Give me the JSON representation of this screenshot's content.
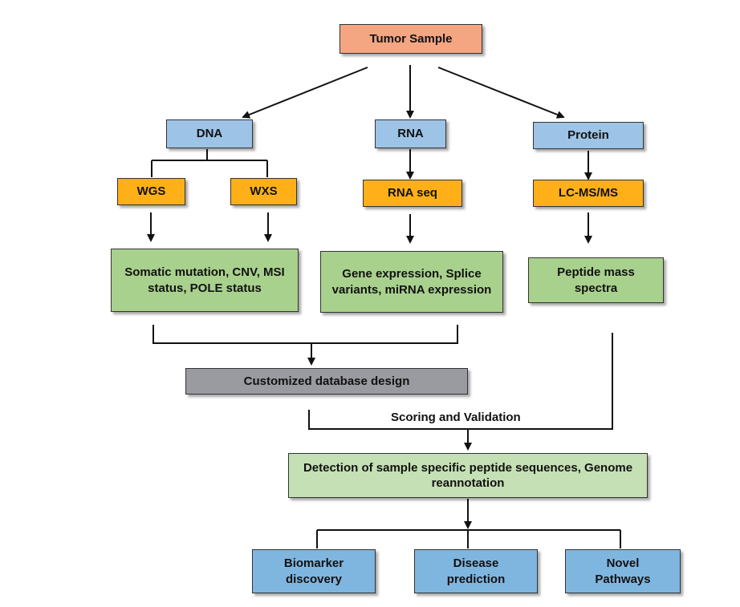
{
  "nodes": {
    "tumor_sample": "Tumor Sample",
    "dna": "DNA",
    "rna": "RNA",
    "protein": "Protein",
    "wgs": "WGS",
    "wxs": "WXS",
    "rna_seq": "RNA seq",
    "lc_ms_ms": "LC-MS/MS",
    "dna_results": "Somatic mutation, CNV, MSI status, POLE status",
    "rna_results": "Gene expression, Splice variants, miRNA expression",
    "peptide_mass_spectra": "Peptide mass spectra",
    "customized_database": "Customized database design",
    "detection": "Detection of sample specific peptide sequences, Genome reannotation",
    "biomarker": "Biomarker discovery",
    "disease_prediction": "Disease prediction",
    "novel_pathways": "Novel Pathways"
  },
  "edge_labels": {
    "scoring_validation": "Scoring and Validation"
  },
  "colors": {
    "tumor": "#f4a582",
    "omics": "#9dc3e6",
    "method": "#ffb018",
    "results": "#a9d18e",
    "database": "#9a9ba0",
    "detection": "#c5e0b4",
    "outcome": "#7fb6e0"
  }
}
